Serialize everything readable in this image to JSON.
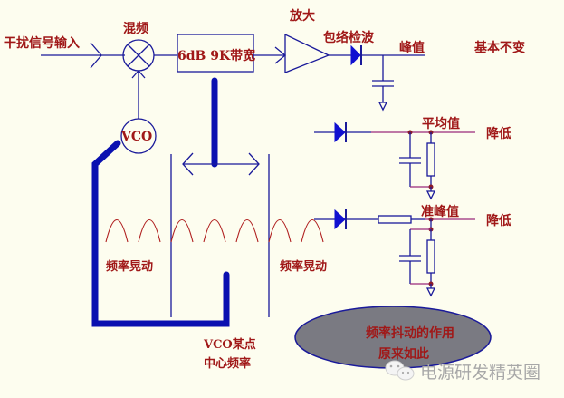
{
  "labels": {
    "input": "干扰信号输入",
    "mixer": "混频",
    "filter": "6dB 9K带宽",
    "amplifier": "放大",
    "envelope_detector": "包络检波",
    "peak": "峰值",
    "peak_result": "基本不变",
    "vco": "VCO",
    "average": "平均值",
    "average_result": "降低",
    "quasi_peak": "准峰值",
    "quasi_peak_result": "降低",
    "freq_wobble_left": "频率晃动",
    "freq_wobble_right": "频率晃动",
    "vco_center_line1": "VCO某点",
    "vco_center_line2": "中心频率",
    "bubble_line1": "频率抖动的作用",
    "bubble_line2": "原来如此",
    "watermark": "电源研发精英圈"
  },
  "colors": {
    "background": "#fdfdef",
    "wire": "#1a1a9a",
    "thick_line": "#0a10b0",
    "text": "#a01818",
    "purple_wire": "#9a2a7a",
    "bubble_fill": "#7a7a82",
    "bubble_border": "#1a1a9a"
  },
  "icons": {
    "mixer": "circle-x-mixer-icon",
    "amplifier": "triangle-amplifier-icon",
    "diode": "diode-icon",
    "capacitor": "capacitor-icon",
    "resistor": "resistor-icon",
    "ground": "ground-icon",
    "watermark": "wechat-icon"
  }
}
